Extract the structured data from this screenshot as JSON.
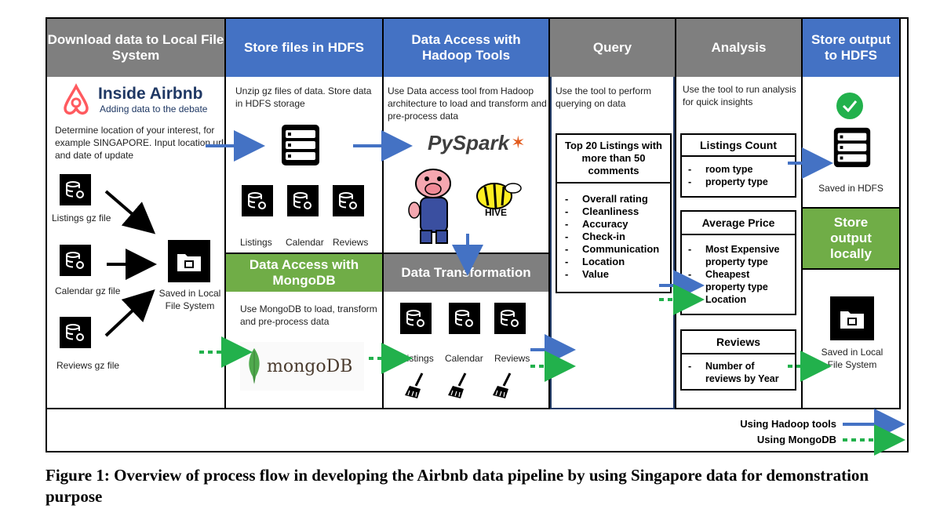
{
  "headers": {
    "download": "Download data to Local File System",
    "store_hdfs": "Store files in HDFS",
    "hadoop_access": "Data Access with Hadoop Tools",
    "query": "Query",
    "analysis": "Analysis",
    "store_output_hdfs": "Store output to HDFS",
    "mongo_access": "Data Access with MongoDB",
    "transformation": "Data Transformation",
    "store_output_local": "Store output locally"
  },
  "download": {
    "brand_title": "Inside Airbnb",
    "brand_subtitle": "Adding data to the debate",
    "description": "Determine location of your interest, for example SINGAPORE. Input location url and date of update",
    "files": [
      "Listings gz file",
      "Calendar gz file",
      "Reviews gz file"
    ],
    "saved_label": "Saved in Local File System"
  },
  "store_hdfs": {
    "description": "Unzip gz files of data. Store data in HDFS storage",
    "files": [
      "Listings",
      "Calendar",
      "Reviews"
    ]
  },
  "hadoop_access": {
    "description": "Use Data access tool from Hadoop architecture to load and transform and pre-process data",
    "pyspark_logo": "PySpark",
    "hive_logo": "HIVE"
  },
  "mongo_access": {
    "description": "Use MongoDB to load, transform and pre-process data",
    "logo": "mongoDB"
  },
  "transformation": {
    "files": [
      "Listings",
      "Calendar",
      "Reviews"
    ]
  },
  "query": {
    "description": "Use the tool to perform querying on data",
    "box_title": "Top 20 Listings with more than 50 comments",
    "items": [
      "Overall rating",
      "Cleanliness",
      "Accuracy",
      "Check-in",
      "Communication",
      "Location",
      "Value"
    ]
  },
  "analysis": {
    "description": "Use the tool to run analysis for quick insights",
    "boxes": [
      {
        "title": "Listings Count",
        "items": [
          "room type",
          "property type"
        ]
      },
      {
        "title": "Average Price",
        "items": [
          "Most Expensive property type",
          "Cheapest property type",
          "Location"
        ]
      },
      {
        "title": "Reviews",
        "items": [
          "Number of reviews by Year"
        ]
      }
    ]
  },
  "output": {
    "hdfs_label": "Saved in HDFS",
    "local_label": "Saved in Local File System"
  },
  "legend": {
    "hadoop": "Using Hadoop tools",
    "mongo": "Using MongoDB"
  },
  "colors": {
    "header_gray": "#7f7f7f",
    "header_blue": "#4472c4",
    "header_green": "#70ad47",
    "arrow_blue": "#4472c4",
    "arrow_green": "#22b14c",
    "airbnb_red": "#ff5a5f",
    "check_green": "#22b14c"
  },
  "caption": "Figure 1: Overview of process flow in developing the Airbnb data pipeline by using Singapore data for demonstration purpose"
}
